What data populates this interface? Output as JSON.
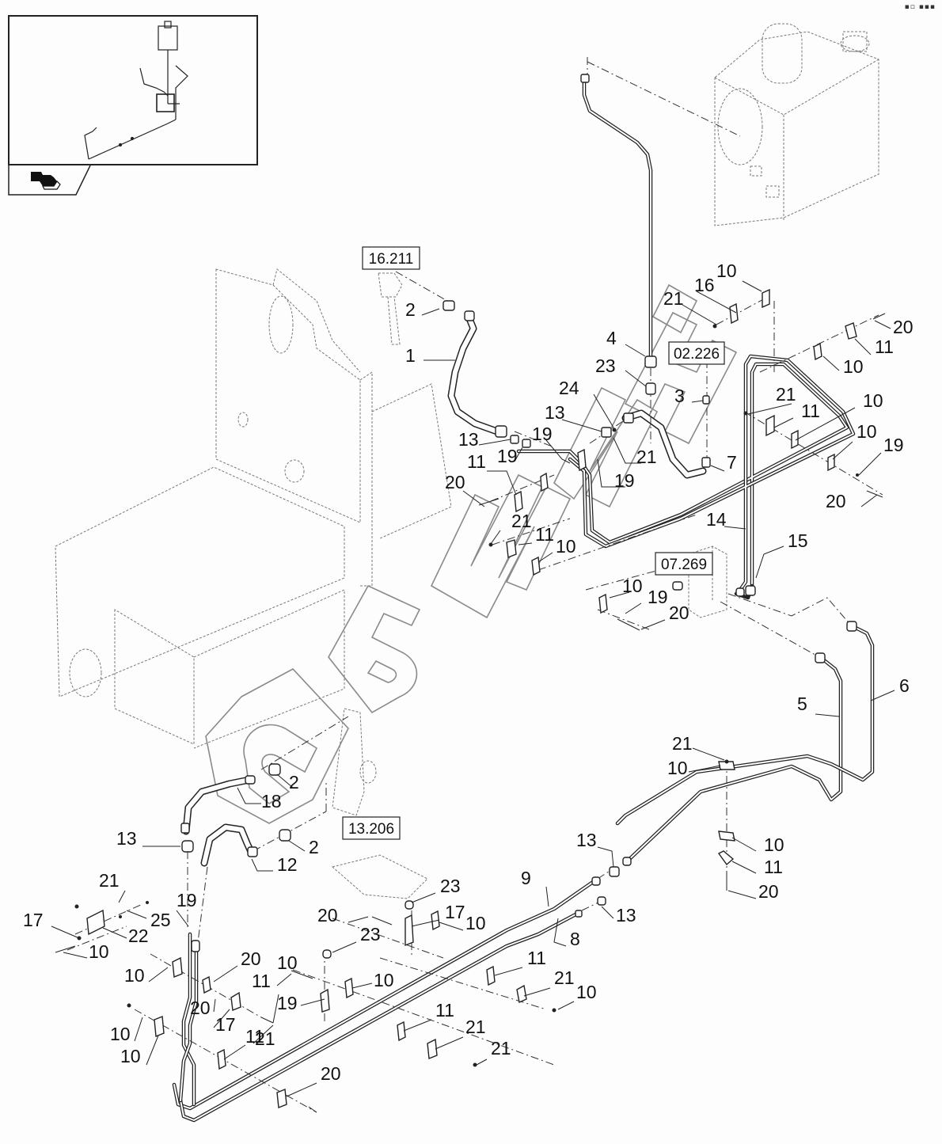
{
  "diagram": {
    "type": "exploded-parts-diagram",
    "subject": "hydraulic piping assembly",
    "watermark_text": "БИЗОН",
    "corner_mark": "▪▫ ▪▪▪",
    "reference_boxes": [
      {
        "id": "ref-16211",
        "label": "16.211"
      },
      {
        "id": "ref-02226",
        "label": "02.226"
      },
      {
        "id": "ref-07269",
        "label": "07.269"
      },
      {
        "id": "ref-13206",
        "label": "13.206"
      }
    ],
    "callouts": [
      {
        "n": "1"
      },
      {
        "n": "2"
      },
      {
        "n": "4"
      },
      {
        "n": "23"
      },
      {
        "n": "3"
      },
      {
        "n": "7"
      },
      {
        "n": "24"
      },
      {
        "n": "13"
      },
      {
        "n": "19"
      },
      {
        "n": "21"
      },
      {
        "n": "19"
      },
      {
        "n": "13"
      },
      {
        "n": "19"
      },
      {
        "n": "11"
      },
      {
        "n": "20"
      },
      {
        "n": "21"
      },
      {
        "n": "11"
      },
      {
        "n": "10"
      },
      {
        "n": "16"
      },
      {
        "n": "10"
      },
      {
        "n": "21"
      },
      {
        "n": "20"
      },
      {
        "n": "11"
      },
      {
        "n": "10"
      },
      {
        "n": "21"
      },
      {
        "n": "11"
      },
      {
        "n": "10"
      },
      {
        "n": "10"
      },
      {
        "n": "19"
      },
      {
        "n": "20"
      },
      {
        "n": "14"
      },
      {
        "n": "15"
      },
      {
        "n": "10"
      },
      {
        "n": "19"
      },
      {
        "n": "20"
      },
      {
        "n": "5"
      },
      {
        "n": "6"
      },
      {
        "n": "21"
      },
      {
        "n": "10"
      },
      {
        "n": "10"
      },
      {
        "n": "11"
      },
      {
        "n": "20"
      },
      {
        "n": "13"
      },
      {
        "n": "13"
      },
      {
        "n": "9"
      },
      {
        "n": "8"
      },
      {
        "n": "2"
      },
      {
        "n": "18"
      },
      {
        "n": "13"
      },
      {
        "n": "2"
      },
      {
        "n": "12"
      },
      {
        "n": "23"
      },
      {
        "n": "20"
      },
      {
        "n": "17"
      },
      {
        "n": "10"
      },
      {
        "n": "23"
      },
      {
        "n": "10"
      },
      {
        "n": "11"
      },
      {
        "n": "21"
      },
      {
        "n": "10"
      },
      {
        "n": "11"
      },
      {
        "n": "21"
      },
      {
        "n": "21"
      },
      {
        "n": "21"
      },
      {
        "n": "19"
      },
      {
        "n": "25"
      },
      {
        "n": "17"
      },
      {
        "n": "22"
      },
      {
        "n": "10"
      },
      {
        "n": "10"
      },
      {
        "n": "20"
      },
      {
        "n": "11"
      },
      {
        "n": "20"
      },
      {
        "n": "17"
      },
      {
        "n": "10"
      },
      {
        "n": "21"
      },
      {
        "n": "19"
      },
      {
        "n": "10"
      },
      {
        "n": "10"
      },
      {
        "n": "11"
      },
      {
        "n": "20"
      }
    ],
    "thumbnail": {
      "label": "overview-thumbnail"
    },
    "nav": {
      "label": "back-arrow"
    }
  }
}
